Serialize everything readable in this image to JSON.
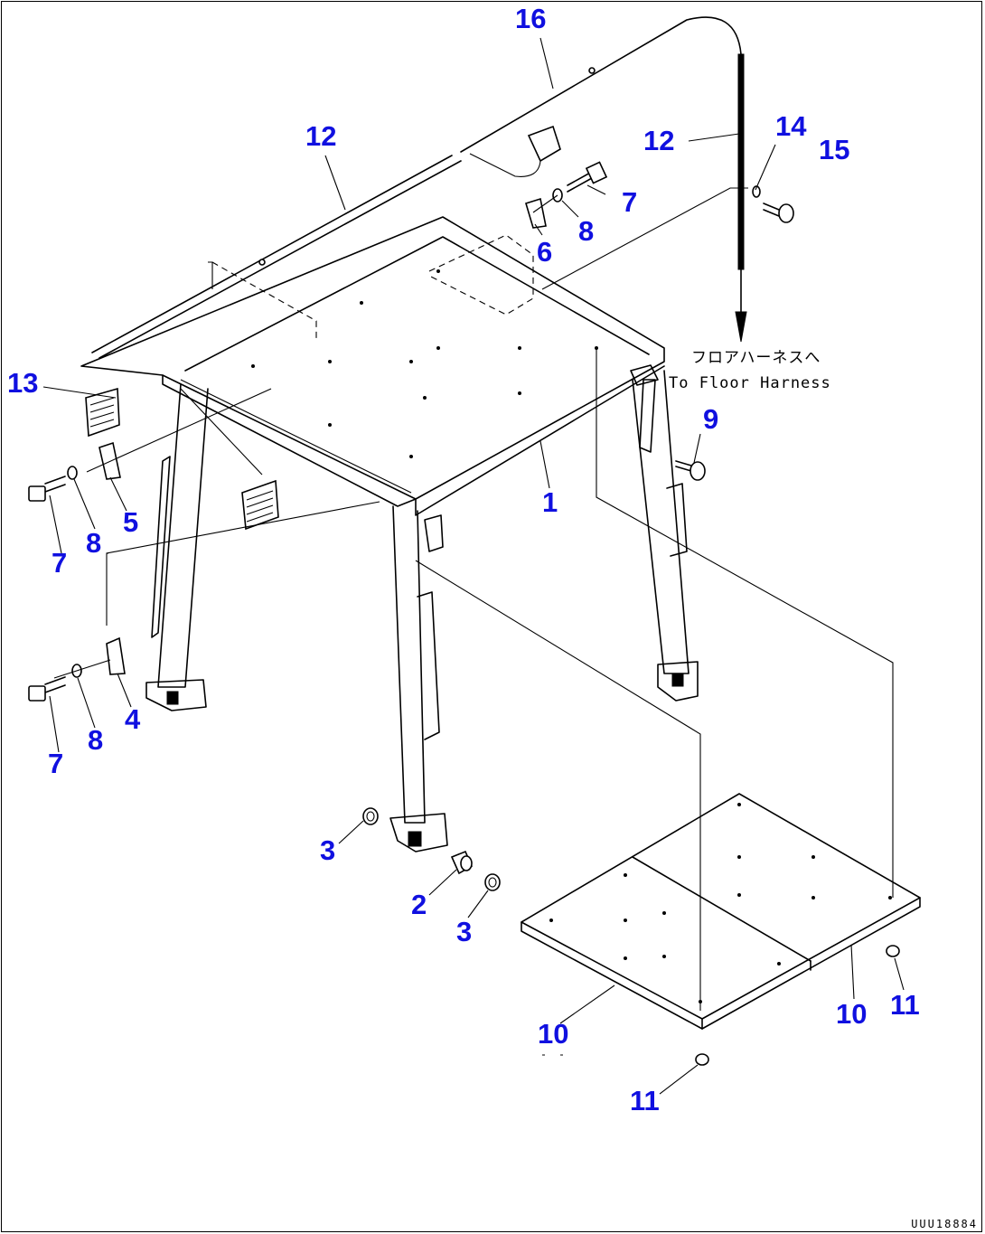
{
  "callouts": [
    {
      "id": "c16",
      "text": "16"
    },
    {
      "id": "c12a",
      "text": "12"
    },
    {
      "id": "c12b",
      "text": "12"
    },
    {
      "id": "c14",
      "text": "14"
    },
    {
      "id": "c15",
      "text": "15"
    },
    {
      "id": "c7a",
      "text": "7"
    },
    {
      "id": "c8a",
      "text": "8"
    },
    {
      "id": "c6",
      "text": "6"
    },
    {
      "id": "c13",
      "text": "13"
    },
    {
      "id": "c9",
      "text": "9"
    },
    {
      "id": "c1",
      "text": "1"
    },
    {
      "id": "c5",
      "text": "5"
    },
    {
      "id": "c8b",
      "text": "8"
    },
    {
      "id": "c7b",
      "text": "7"
    },
    {
      "id": "c4",
      "text": "4"
    },
    {
      "id": "c8c",
      "text": "8"
    },
    {
      "id": "c7c",
      "text": "7"
    },
    {
      "id": "c3a",
      "text": "3"
    },
    {
      "id": "c2",
      "text": "2"
    },
    {
      "id": "c3b",
      "text": "3"
    },
    {
      "id": "c10a",
      "text": "10"
    },
    {
      "id": "c10b",
      "text": "10"
    },
    {
      "id": "c11a",
      "text": "11"
    },
    {
      "id": "c11b",
      "text": "11"
    }
  ],
  "notes": {
    "floor_harness_jp": "フロアハーネスへ",
    "floor_harness_en": "To Floor Harness"
  },
  "drawing_number": "UUU18884"
}
